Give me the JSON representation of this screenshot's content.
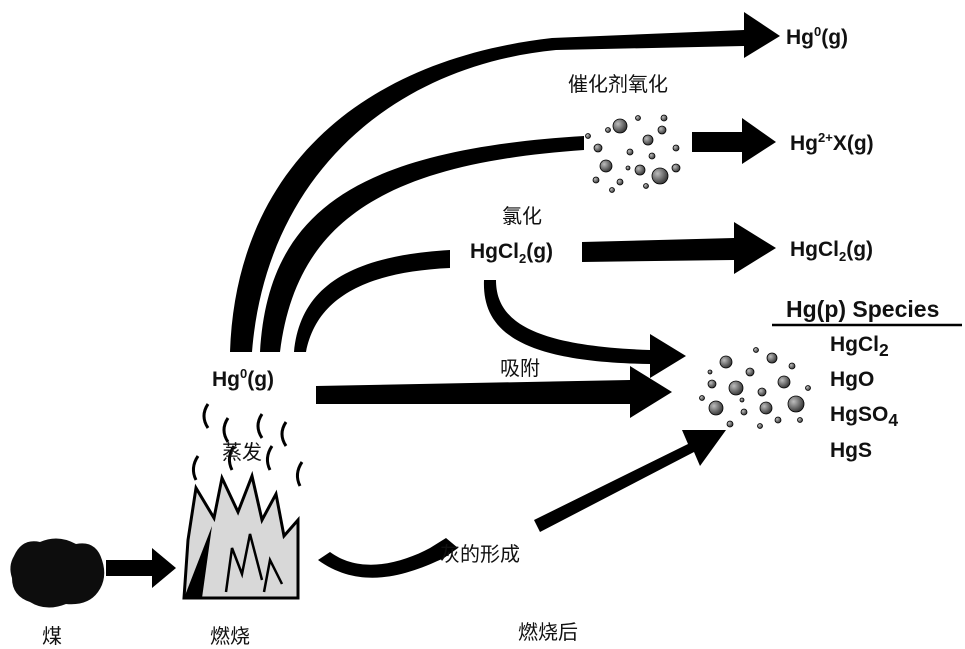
{
  "labels": {
    "coal": "煤",
    "combustion": "燃烧",
    "post_combustion": "燃烧后",
    "vaporization": "蒸发",
    "catalytic_oxidation": "催化剂氧化",
    "chlorination": "氯化",
    "adsorption": "吸附",
    "ash_formation": "灰的形成"
  },
  "species": {
    "hg0_source": {
      "base": "Hg",
      "sup": "0",
      "suffix": "(g)"
    },
    "hg0_out": {
      "base": "Hg",
      "sup": "0",
      "suffix": "(g)"
    },
    "hg2x_out": {
      "base": "Hg",
      "sup": "2+",
      "suffix": "X(g)"
    },
    "hgcl2_mid": {
      "base": "HgCl",
      "sub": "2",
      "suffix": "(g)"
    },
    "hgcl2_out": {
      "base": "HgCl",
      "sub": "2",
      "suffix": "(g)"
    }
  },
  "particulate": {
    "title": "Hg(p) Species",
    "items": [
      {
        "base": "HgCl",
        "sub": "2"
      },
      {
        "base": "HgO",
        "sub": ""
      },
      {
        "base": "HgSO",
        "sub": "4"
      },
      {
        "base": "HgS",
        "sub": ""
      }
    ]
  }
}
